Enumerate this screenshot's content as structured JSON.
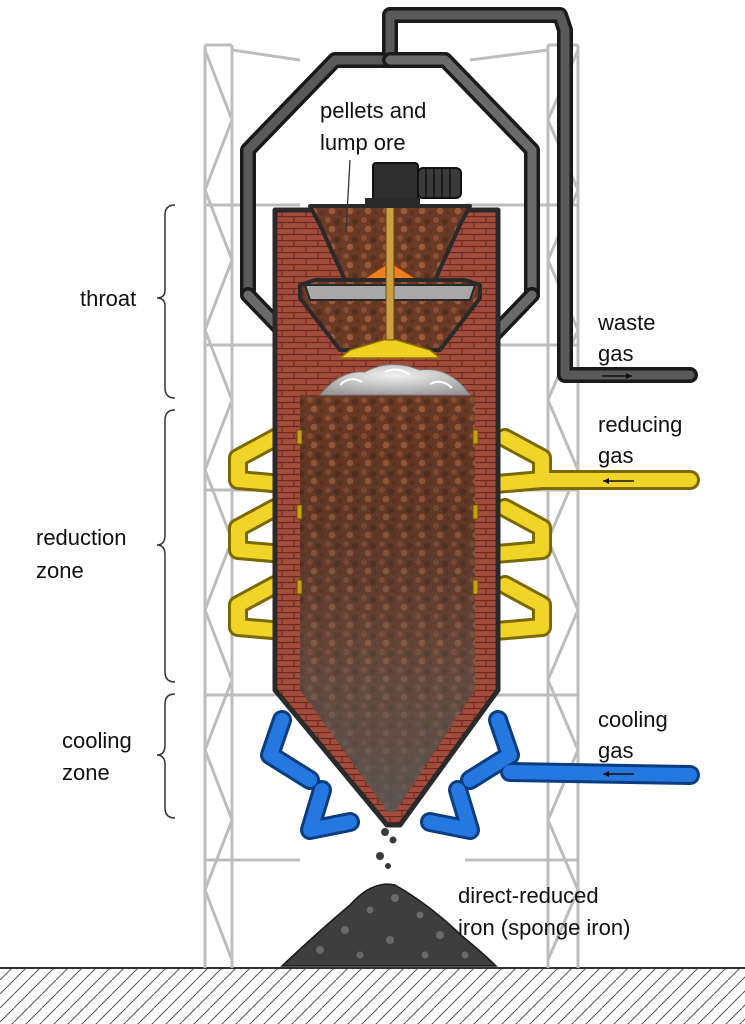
{
  "labels": {
    "feed": [
      "pellets and",
      "lump ore"
    ],
    "throat": "throat",
    "reduction": [
      "reduction",
      "zone"
    ],
    "cooling_zone": [
      "cooling",
      "zone"
    ],
    "waste_gas": [
      "waste",
      "gas"
    ],
    "reducing_gas": [
      "reducing",
      "gas"
    ],
    "cooling_gas": [
      "cooling",
      "gas"
    ],
    "product": [
      "direct-reduced",
      "iron (sponge iron)"
    ]
  },
  "colors": {
    "brick": "#9c4a3a",
    "mortar": "#6e2a20",
    "ore": "#6b3a26",
    "sponge_iron": "#4a4a4a",
    "reducing_gas_pipe": "#e8d020",
    "cooling_gas_pipe": "#1e6fd0",
    "waste_gas_pipe": "#2a2a2a",
    "frame": "#d6d6d6",
    "distributor_top": "#f08020",
    "distributor_bottom": "#f0d020"
  },
  "icons": {
    "motor": "motor-icon",
    "arrow": "left-arrow-icon"
  }
}
